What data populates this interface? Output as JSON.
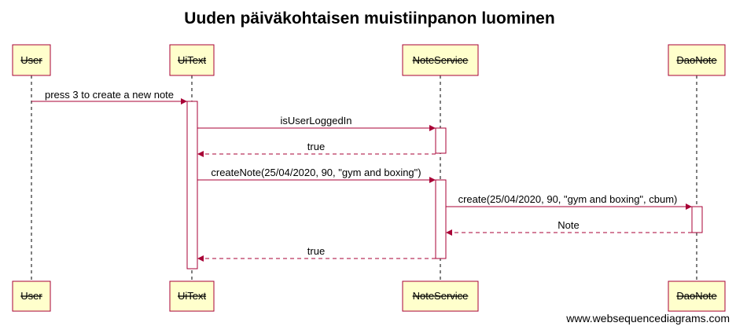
{
  "diagram": {
    "title": "Uuden päiväkohtaisen muistiinpanon luominen",
    "watermark": "www.websequencediagrams.com",
    "participants": [
      {
        "id": "user",
        "label": "User"
      },
      {
        "id": "uitext",
        "label": "UiText"
      },
      {
        "id": "noteservice",
        "label": "NoteService"
      },
      {
        "id": "daonote",
        "label": "DaoNote"
      }
    ],
    "messages": [
      {
        "from": "user",
        "to": "uitext",
        "label": "press 3 to create a new note",
        "style": "solid"
      },
      {
        "from": "uitext",
        "to": "noteservice",
        "label": "isUserLoggedIn",
        "style": "solid"
      },
      {
        "from": "noteservice",
        "to": "uitext",
        "label": "true",
        "style": "dashed"
      },
      {
        "from": "uitext",
        "to": "noteservice",
        "label": "createNote(25/04/2020, 90, \"gym and boxing\")",
        "style": "solid"
      },
      {
        "from": "noteservice",
        "to": "daonote",
        "label": "create(25/04/2020, 90, \"gym and boxing\", cbum)",
        "style": "solid"
      },
      {
        "from": "daonote",
        "to": "noteservice",
        "label": "Note",
        "style": "dashed"
      },
      {
        "from": "noteservice",
        "to": "uitext",
        "label": "true",
        "style": "dashed"
      }
    ]
  }
}
